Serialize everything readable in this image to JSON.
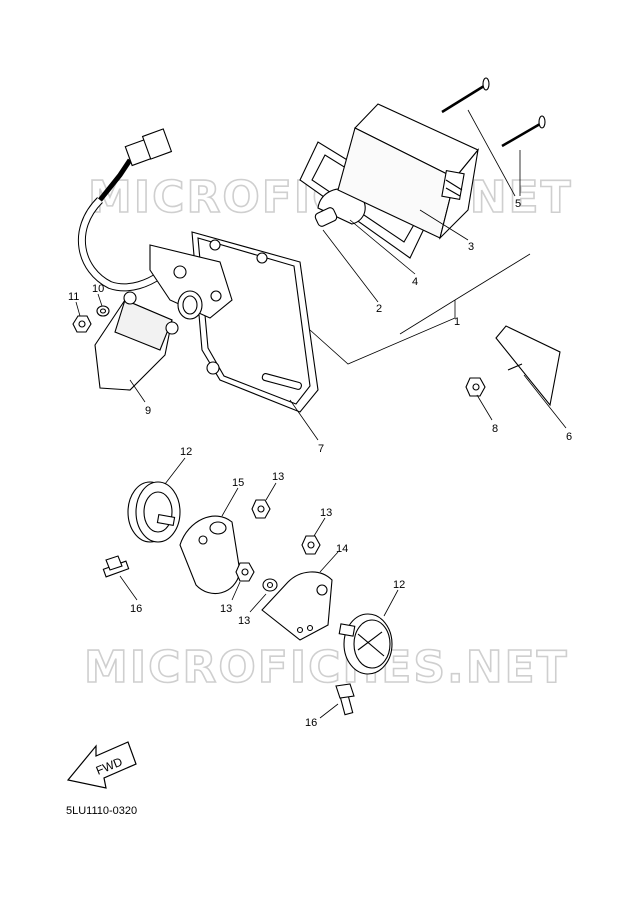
{
  "watermarks": [
    "MICROFICHES.NET",
    "MICROFICHES.NET"
  ],
  "diagram_code": "5LU1110-0320",
  "fwd_label": "FWD",
  "callouts": {
    "c1": "1",
    "c2": "2",
    "c3": "3",
    "c4": "4",
    "c5": "5",
    "c6": "6",
    "c7": "7",
    "c8": "8",
    "c9": "9",
    "c10": "10",
    "c11": "11",
    "c12a": "12",
    "c12b": "12",
    "c13a": "13",
    "c13b": "13",
    "c13c": "13",
    "c13d": "13",
    "c14": "14",
    "c15": "15",
    "c16a": "16",
    "c16b": "16"
  }
}
